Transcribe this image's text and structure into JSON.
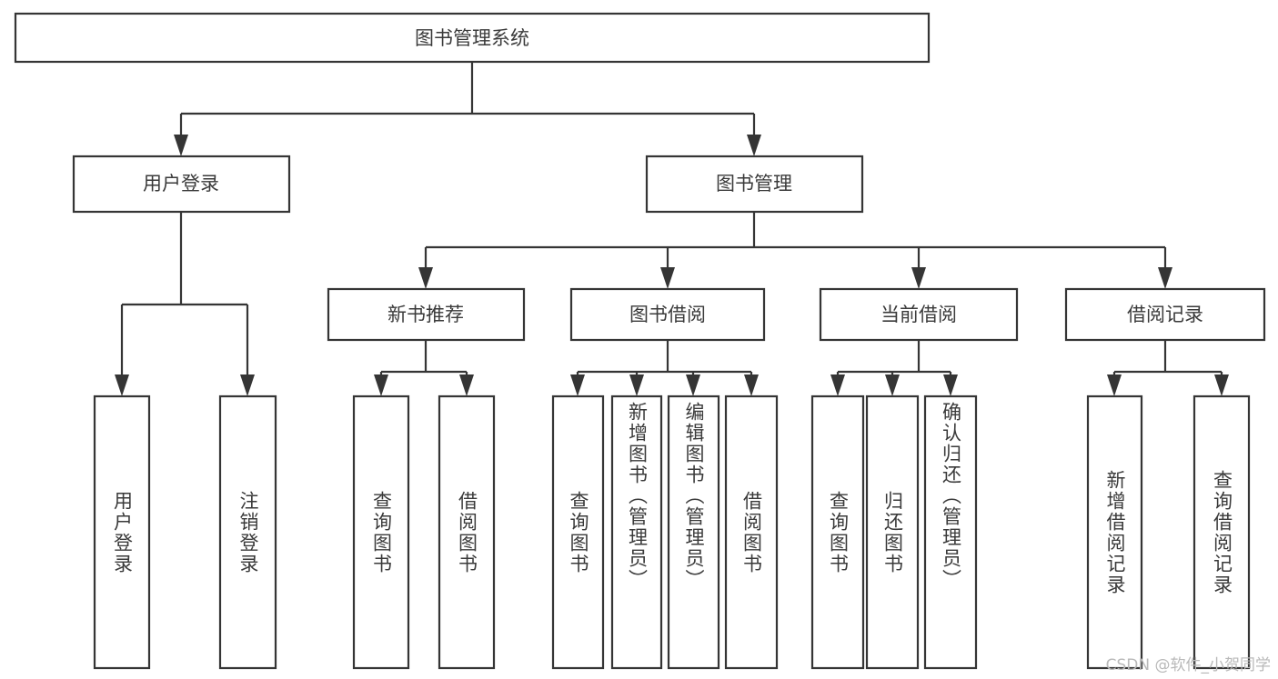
{
  "diagram": {
    "title": "图书管理系统",
    "type": "tree",
    "watermark": "CSDN @软件_小贺同学",
    "nodes": {
      "root": {
        "label": "图书管理系统",
        "level": 0,
        "orientation": "horizontal"
      },
      "l2_a": {
        "label": "用户登录",
        "level": 1,
        "orientation": "horizontal"
      },
      "l2_b": {
        "label": "图书管理",
        "level": 1,
        "orientation": "horizontal"
      },
      "l3_a": {
        "label": "新书推荐",
        "level": 2,
        "orientation": "horizontal"
      },
      "l3_b": {
        "label": "图书借阅",
        "level": 2,
        "orientation": "horizontal"
      },
      "l3_c": {
        "label": "当前借阅",
        "level": 2,
        "orientation": "horizontal"
      },
      "l3_d": {
        "label": "借阅记录",
        "level": 2,
        "orientation": "horizontal"
      },
      "leaf_01": {
        "label": "用户登录",
        "level": 3,
        "orientation": "vertical"
      },
      "leaf_02": {
        "label": "注销登录",
        "level": 3,
        "orientation": "vertical"
      },
      "leaf_03": {
        "label": "查询图书",
        "level": 3,
        "orientation": "vertical"
      },
      "leaf_04": {
        "label": "借阅图书",
        "level": 3,
        "orientation": "vertical"
      },
      "leaf_05": {
        "label": "查询图书",
        "level": 3,
        "orientation": "vertical"
      },
      "leaf_06": {
        "label": "新增图书（管理员）",
        "level": 3,
        "orientation": "vertical"
      },
      "leaf_07": {
        "label": "编辑图书（管理员）",
        "level": 3,
        "orientation": "vertical"
      },
      "leaf_08": {
        "label": "借阅图书",
        "level": 3,
        "orientation": "vertical"
      },
      "leaf_09": {
        "label": "查询图书",
        "level": 3,
        "orientation": "vertical"
      },
      "leaf_10": {
        "label": "归还图书",
        "level": 3,
        "orientation": "vertical"
      },
      "leaf_11": {
        "label": "确认归还（管理员）",
        "level": 3,
        "orientation": "vertical"
      },
      "leaf_12": {
        "label": "新增借阅记录",
        "level": 3,
        "orientation": "vertical"
      },
      "leaf_13": {
        "label": "查询借阅记录",
        "level": 3,
        "orientation": "vertical"
      }
    },
    "hierarchy": {
      "图书管理系统": [
        "用户登录",
        "图书管理"
      ],
      "用户登录": [
        "用户登录",
        "注销登录"
      ],
      "图书管理": [
        "新书推荐",
        "图书借阅",
        "当前借阅",
        "借阅记录"
      ],
      "新书推荐": [
        "查询图书",
        "借阅图书"
      ],
      "图书借阅": [
        "查询图书",
        "新增图书（管理员）",
        "编辑图书（管理员）",
        "借阅图书"
      ],
      "当前借阅": [
        "查询图书",
        "归还图书",
        "确认归还（管理员）"
      ],
      "借阅记录": [
        "新增借阅记录",
        "查询借阅记录"
      ]
    },
    "colors": {
      "stroke": "#353535",
      "fill": "#ffffff",
      "text": "#3a3a3a",
      "watermark": "#b9b9b9",
      "background": "#ffffff"
    }
  }
}
